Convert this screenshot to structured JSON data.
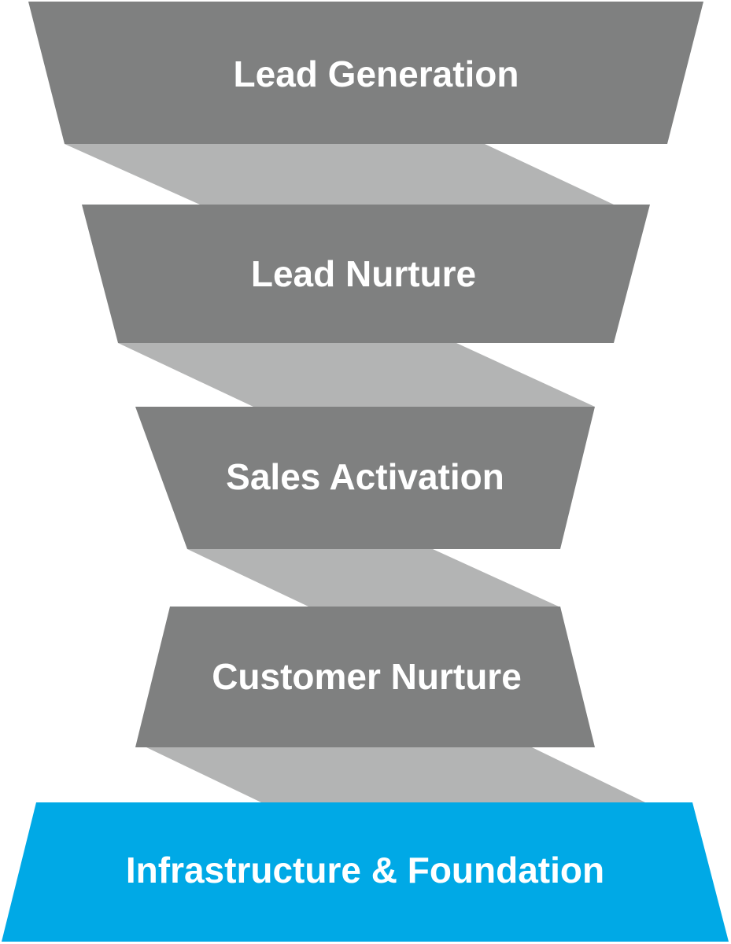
{
  "diagram": {
    "colors": {
      "stage_fill": "#7f8080",
      "connector_fill": "#b3b4b4",
      "foundation_fill": "#00a9e6",
      "label_color": "#ffffff",
      "background": "#ffffff"
    },
    "stages": [
      {
        "label": "Lead Generation"
      },
      {
        "label": "Lead Nurture"
      },
      {
        "label": "Sales Activation"
      },
      {
        "label": "Customer Nurture"
      },
      {
        "label": "Infrastructure & Foundation"
      }
    ]
  }
}
